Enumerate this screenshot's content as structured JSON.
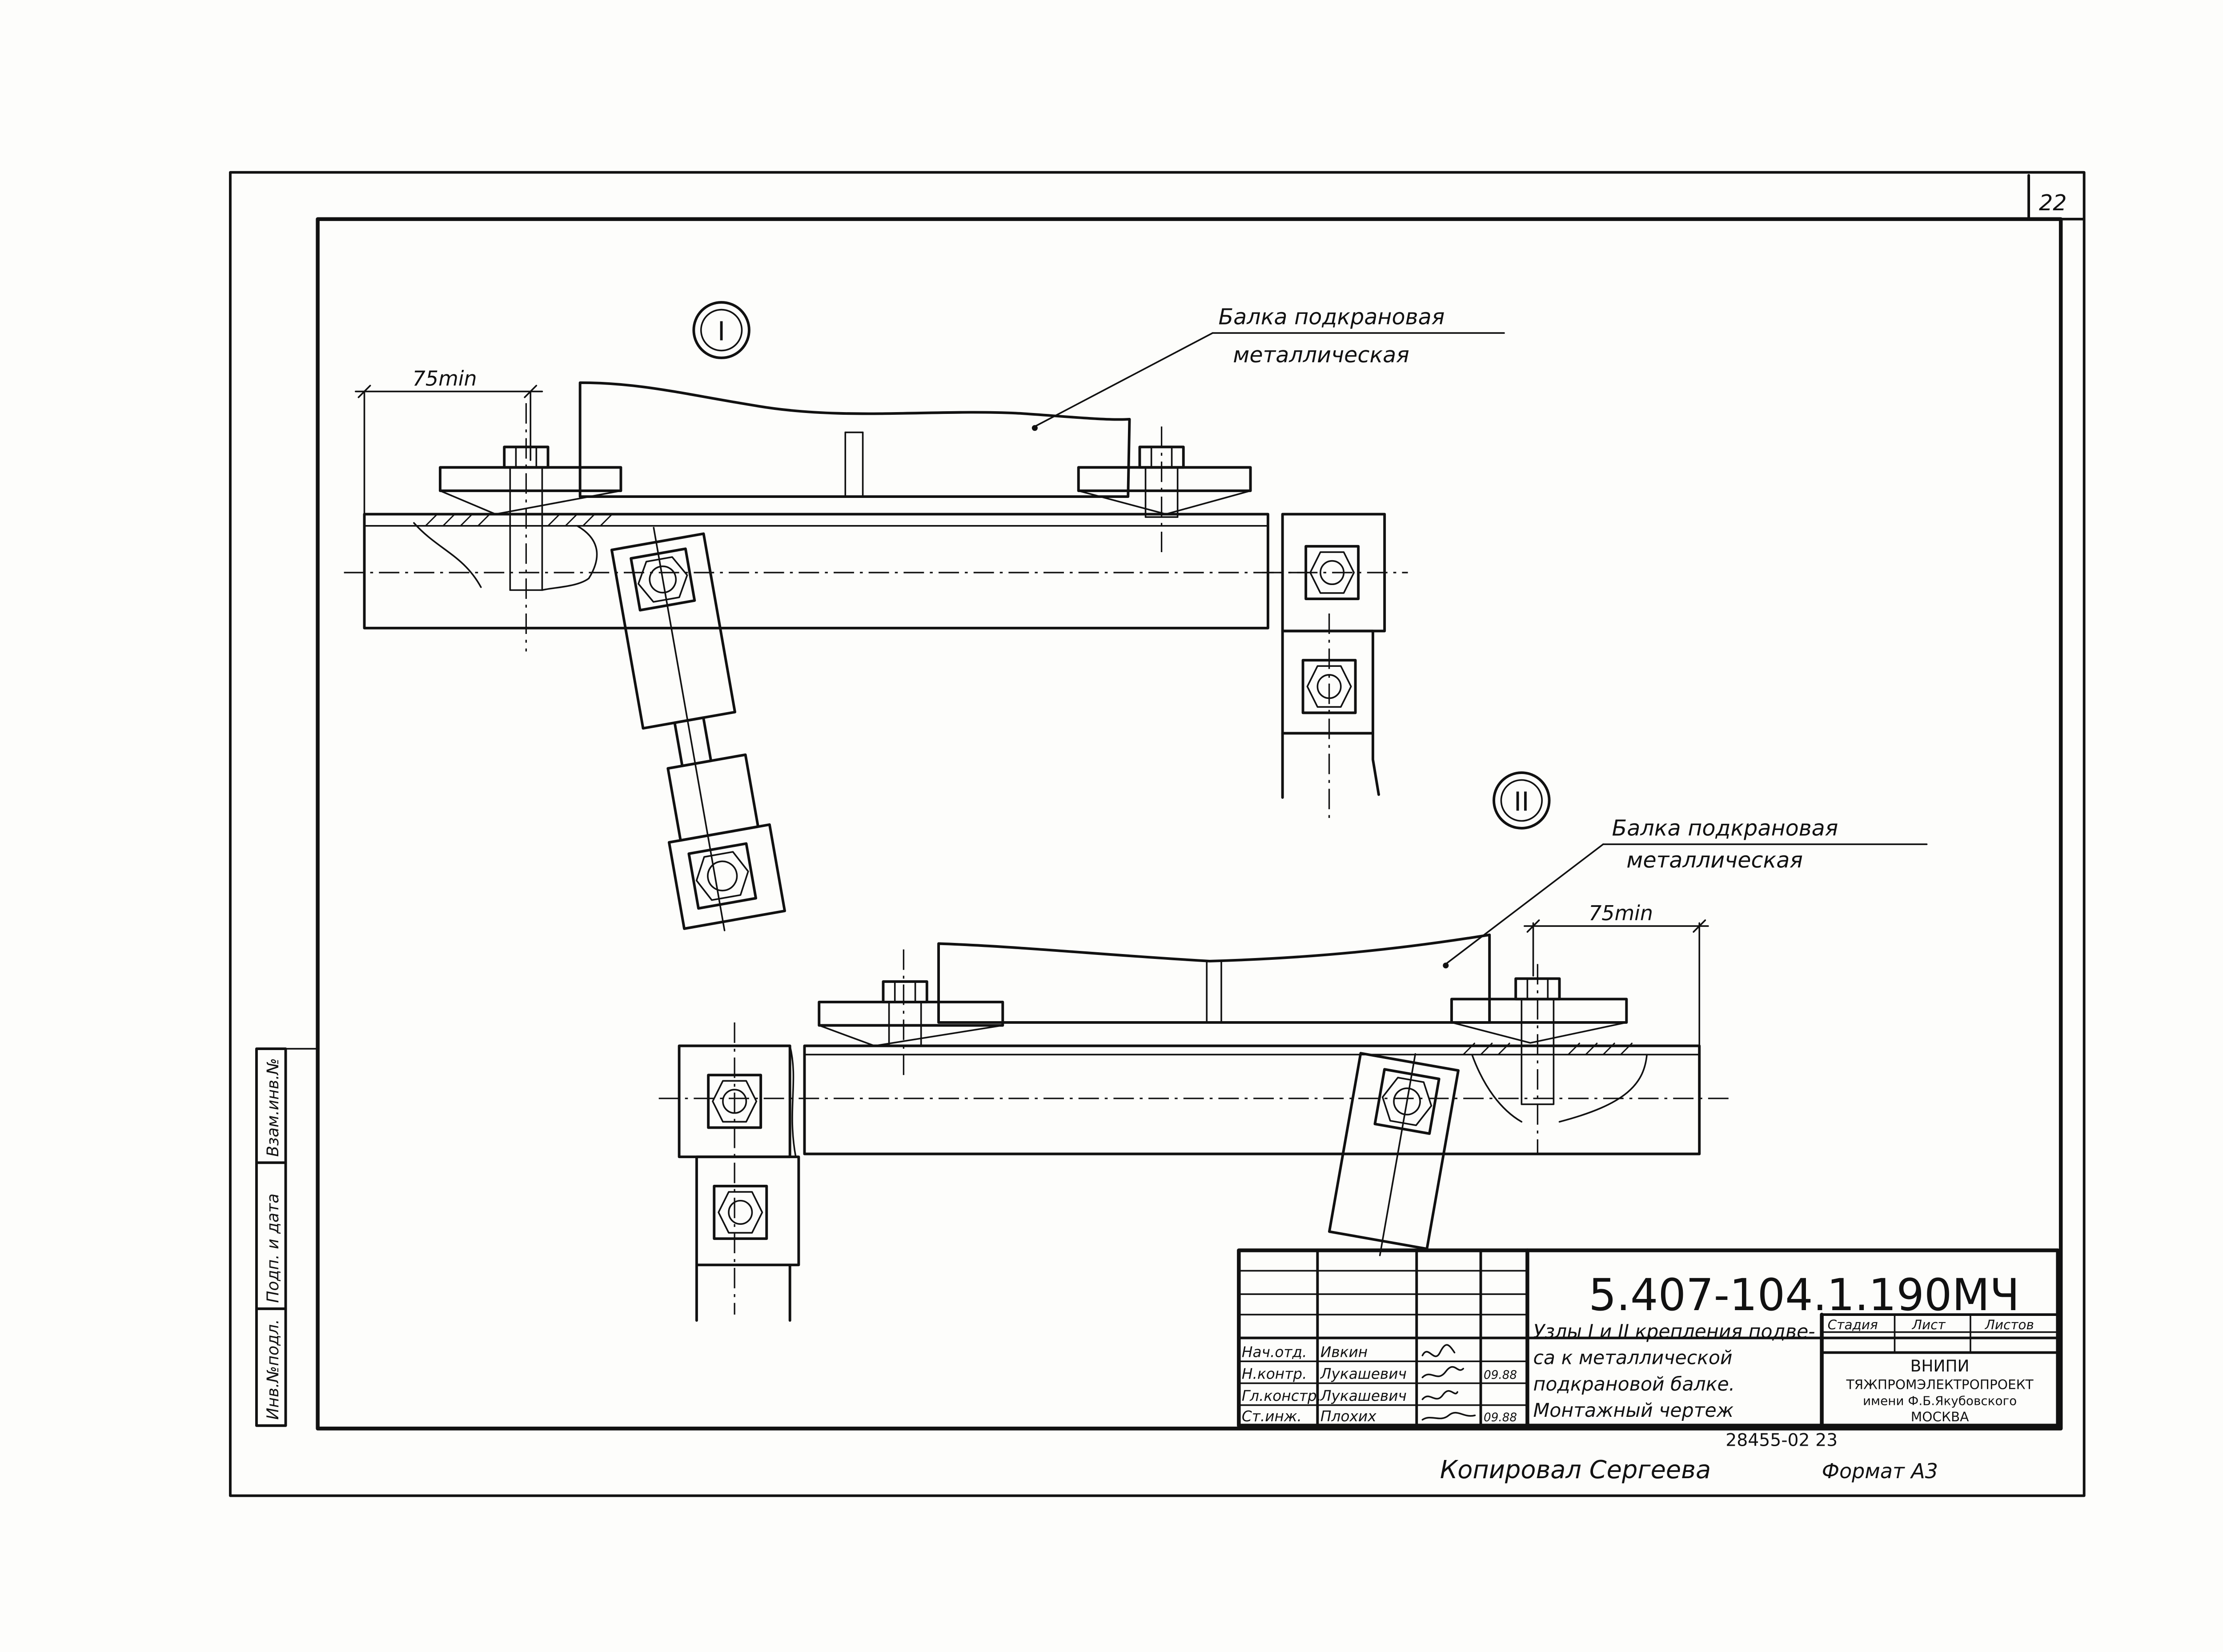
{
  "sheet": {
    "number": "22",
    "document_code": "5.407-104.1.190МЧ",
    "bottom_note": "28455-02 23",
    "copied_by": "Копировал Сергеева",
    "format": "Формат А3"
  },
  "nodes": [
    {
      "marker": "I",
      "beam_label_line1": "Балка подкрановая",
      "beam_label_line2": "металлическая",
      "dimension": "75min"
    },
    {
      "marker": "II",
      "beam_label_line1": "Балка подкрановая",
      "beam_label_line2": "металлическая",
      "dimension": "75min"
    }
  ],
  "side_stamp": [
    "Инв.№подл.",
    "Подп. и дата",
    "Взам.инв.№"
  ],
  "title_block": {
    "description": [
      "Узлы I и II крепления подве-",
      "са к металлической",
      "подкрановой балке.",
      "Монтажный чертеж"
    ],
    "stage_header": "Стадия",
    "sheet_header": "Лист",
    "sheets_header": "Листов",
    "org": [
      "ВНИПИ",
      "ТЯЖПРОМЭЛЕКТРОПРОЕКТ",
      "имени Ф.Б.Якубовского",
      "МОСКВА"
    ],
    "staff": [
      {
        "role": "Нач.отд.",
        "name": "Ивкин",
        "date": ""
      },
      {
        "role": "Н.контр.",
        "name": "Лукашевич",
        "date": "09.88"
      },
      {
        "role": "Гл.констр.",
        "name": "Лукашевич",
        "date": ""
      },
      {
        "role": "Ст.инж.",
        "name": "Плохих",
        "date": "09.88"
      }
    ]
  }
}
